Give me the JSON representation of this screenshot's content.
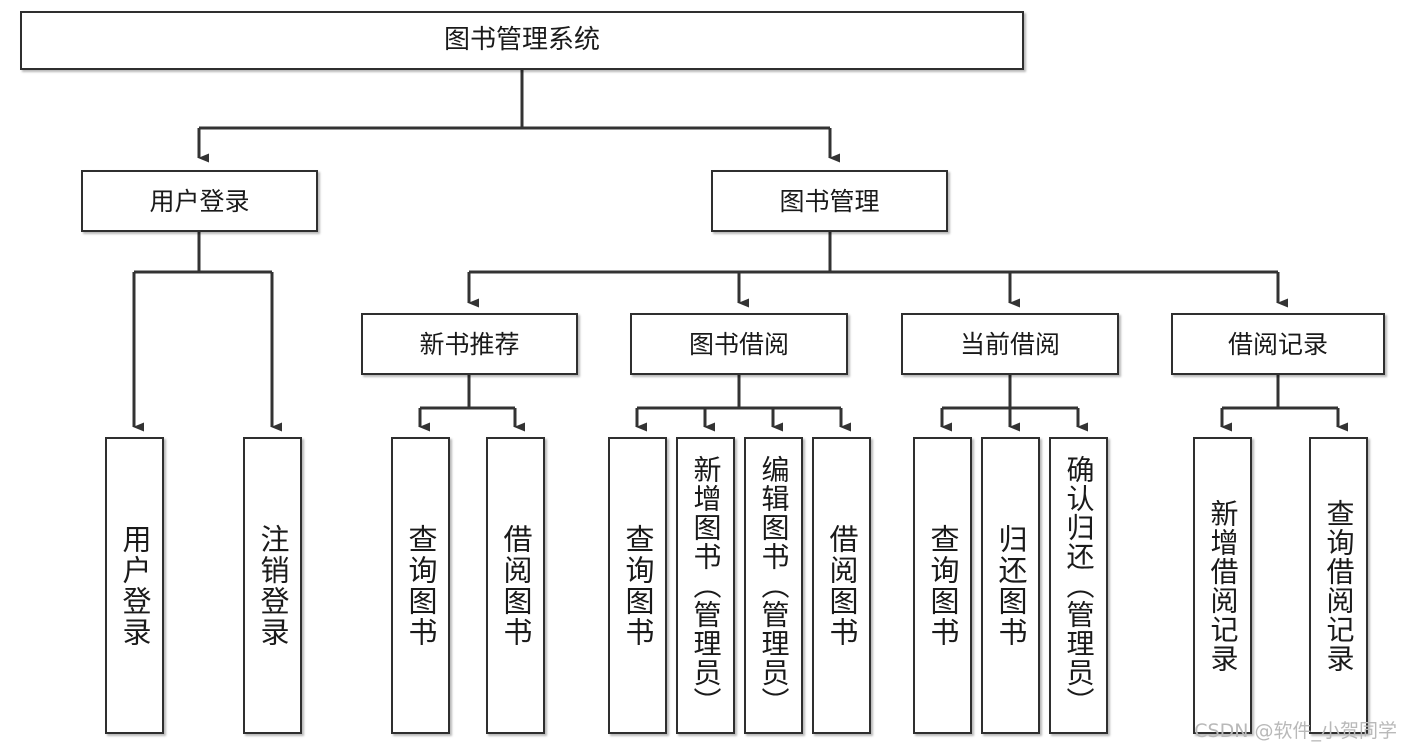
{
  "diagram": {
    "title": "图书管理系统",
    "type": "tree-hierarchy",
    "watermark": "CSDN @软件_小贺同学",
    "colors": {
      "box_border": "#2f2f2f",
      "box_fill": "#ffffff",
      "connector": "#333333",
      "text": "#1a1a1a",
      "watermark": "#b9b9b9"
    },
    "levels": {
      "root": {
        "label": "图书管理系统"
      },
      "level2": [
        {
          "label": "用户登录"
        },
        {
          "label": "图书管理"
        }
      ],
      "level3": [
        {
          "label": "新书推荐"
        },
        {
          "label": "图书借阅"
        },
        {
          "label": "当前借阅"
        },
        {
          "label": "借阅记录"
        }
      ],
      "leaves": {
        "user_login": [
          {
            "label": "用户登录"
          },
          {
            "label": "注销登录"
          }
        ],
        "new_book_recommend": [
          {
            "label": "查询图书"
          },
          {
            "label": "借阅图书"
          }
        ],
        "book_borrow": [
          {
            "label": "查询图书"
          },
          {
            "label": "新增图书（管理员）"
          },
          {
            "label": "编辑图书（管理员）"
          },
          {
            "label": "借阅图书"
          }
        ],
        "current_borrow": [
          {
            "label": "查询图书"
          },
          {
            "label": "归还图书"
          },
          {
            "label": "确认归还（管理员）"
          }
        ],
        "borrow_records": [
          {
            "label": "新增借阅记录"
          },
          {
            "label": "查询借阅记录"
          }
        ]
      }
    }
  }
}
